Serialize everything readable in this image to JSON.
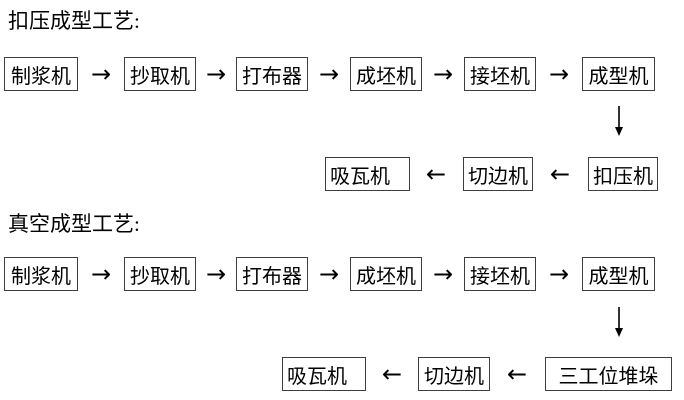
{
  "colors": {
    "background": "#ffffff",
    "text": "#000000",
    "box_border": "#3d3d3d"
  },
  "icons": {
    "arrow_right": "→",
    "arrow_left": "←",
    "arrow_down": "↓"
  },
  "sections": [
    {
      "title": "扣压成型工艺:",
      "main_flow": [
        "制浆机",
        "抄取机",
        "打布器",
        "成坯机",
        "接坯机",
        "成型机"
      ],
      "return_row": [
        "吸瓦机",
        "切边机",
        "扣压机"
      ]
    },
    {
      "title": "真空成型工艺:",
      "main_flow": [
        "制浆机",
        "抄取机",
        "打布器",
        "成坯机",
        "接坯机",
        "成型机"
      ],
      "return_row": [
        "吸瓦机",
        "切边机",
        "三工位堆垛"
      ]
    }
  ]
}
